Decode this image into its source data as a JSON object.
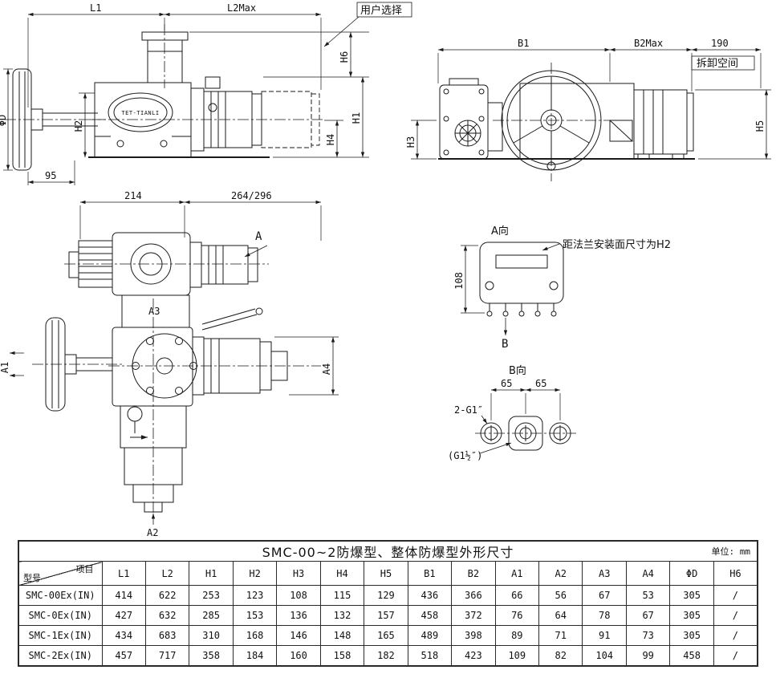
{
  "views": {
    "side": {
      "l1": "L1",
      "l2max": "L2Max",
      "user_choice": "用户选择",
      "h6": "H6",
      "h1": "H1",
      "h4": "H4",
      "h2": "H2",
      "h3": "H3",
      "phid": "ΦD",
      "d95": "95",
      "brand": "TET-TIANLI"
    },
    "front": {
      "b1": "B1",
      "b2max": "B2Max",
      "d190": "190",
      "demolition_space": "拆卸空间",
      "h5": "H5"
    },
    "top": {
      "d214": "214",
      "d264": "264/296",
      "a_mark": "A",
      "a1": "A1",
      "a2": "A2",
      "a3": "A3",
      "a4": "A4"
    },
    "view_a": {
      "title": "A向",
      "note": "距法兰安装面尺寸为H2",
      "d108": "108",
      "b_mark": "B"
    },
    "view_b": {
      "title": "B向",
      "d65a": "65",
      "d65b": "65",
      "thread1": "2-G1″",
      "thread2": "(G1½″)"
    }
  },
  "table": {
    "title": "SMC-00~2防爆型、整体防爆型外形尺寸",
    "unit_label": "单位: mm",
    "corner": {
      "top": "项目",
      "bottom": "型号"
    },
    "columns": [
      "L1",
      "L2",
      "H1",
      "H2",
      "H3",
      "H4",
      "H5",
      "B1",
      "B2",
      "A1",
      "A2",
      "A3",
      "A4",
      "ΦD",
      "H6"
    ],
    "rows": [
      {
        "model": "SMC-00Ex(IN)",
        "values": [
          "414",
          "622",
          "253",
          "123",
          "108",
          "115",
          "129",
          "436",
          "366",
          "66",
          "56",
          "67",
          "53",
          "305",
          "/"
        ]
      },
      {
        "model": "SMC-0Ex(IN)",
        "values": [
          "427",
          "632",
          "285",
          "153",
          "136",
          "132",
          "157",
          "458",
          "372",
          "76",
          "64",
          "78",
          "67",
          "305",
          "/"
        ]
      },
      {
        "model": "SMC-1Ex(IN)",
        "values": [
          "434",
          "683",
          "310",
          "168",
          "146",
          "148",
          "165",
          "489",
          "398",
          "89",
          "71",
          "91",
          "73",
          "305",
          "/"
        ]
      },
      {
        "model": "SMC-2Ex(IN)",
        "values": [
          "457",
          "717",
          "358",
          "184",
          "160",
          "158",
          "182",
          "518",
          "423",
          "109",
          "82",
          "104",
          "99",
          "458",
          "/"
        ]
      }
    ]
  }
}
